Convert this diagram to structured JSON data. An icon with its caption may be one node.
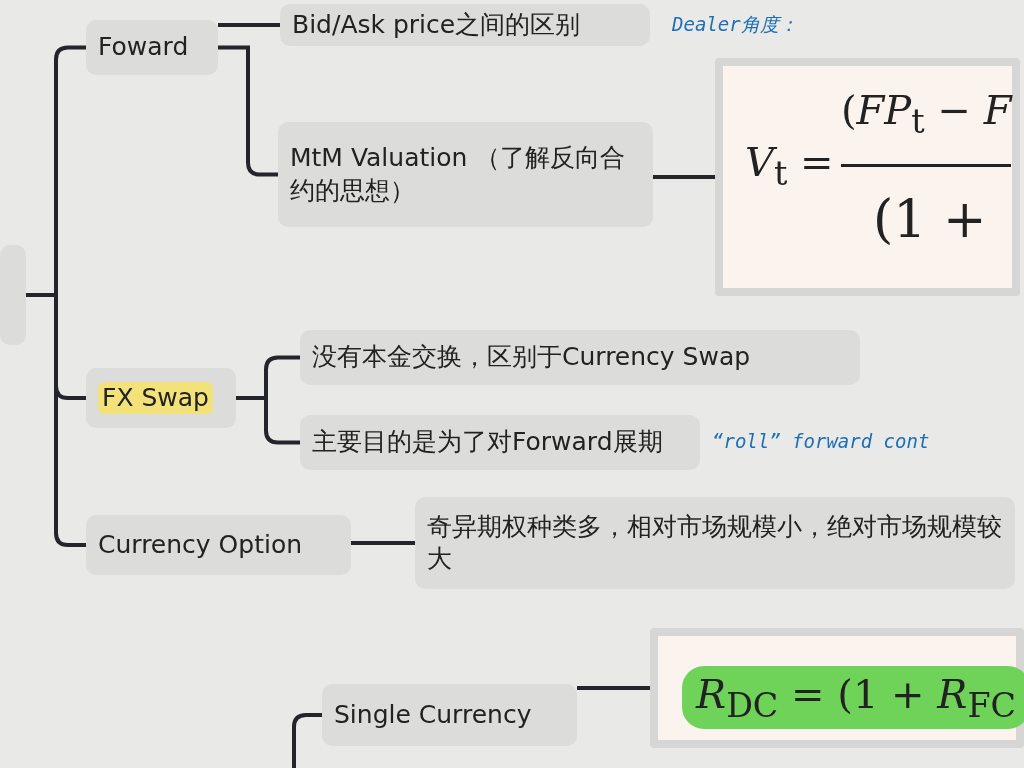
{
  "diagram": {
    "nodes": [
      {
        "text": [],
        "shape": "box"
      },
      {
        "text": [
          "Foward"
        ]
      },
      {
        "text": [
          "Bid/Ask price之间的区别"
        ],
        "beside": [
          "Dealer角度："
        ]
      },
      {
        "text": [
          "MtM Valuation （了解反向合约的思想）"
        ]
      },
      {
        "text": [
          "*V*$_{t}$ =",
          "(*FP*$_{t}$ − *F*",
          "(1 +"
        ]
      },
      {
        "text": [
          "FX Swap"
        ]
      },
      {
        "text": [
          "没有本金交换，区别于Currency Swap"
        ]
      },
      {
        "text": [
          "主要目的是为了对Forward展期"
        ],
        "beside": [
          "“roll” forward cont"
        ]
      },
      {
        "text": [
          "Currency Option"
        ]
      },
      {
        "text": [
          "奇异期权种类多，相对市场规模小，绝对市场规模较大"
        ]
      },
      {
        "text": [
          "Single Currency"
        ]
      },
      {
        "text": [
          "*R*$_{DC}$ = (1 + *R*$_{FC}$"
        ]
      }
    ],
    "edges": [
      {
        "from": 0,
        "to": 1,
        "arrow": "none"
      },
      {
        "from": 0,
        "to": 5,
        "arrow": "none"
      },
      {
        "from": 0,
        "to": 8,
        "arrow": "none"
      },
      {
        "from": 1,
        "to": 2,
        "arrow": "none"
      },
      {
        "from": 1,
        "to": 3,
        "arrow": "none"
      },
      {
        "from": 3,
        "to": 4,
        "arrow": "none"
      },
      {
        "from": 5,
        "to": 6,
        "arrow": "none"
      },
      {
        "from": 5,
        "to": 7,
        "arrow": "none"
      },
      {
        "from": 8,
        "to": 9,
        "arrow": "none"
      },
      {
        "from": 10,
        "to": 11,
        "arrow": "none"
      },
      {
        "from": null,
        "to": 10,
        "arrow": "none"
      }
    ]
  }
}
